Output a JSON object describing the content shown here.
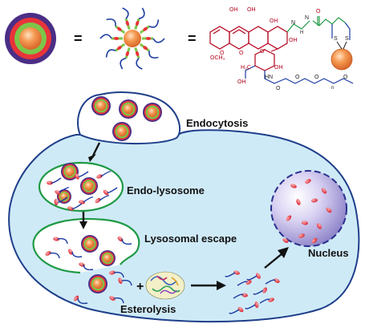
{
  "labels": {
    "endocytosis": "Endocytosis",
    "endo_lysosome": "Endo-lysosome",
    "lysosomal_escape": "Lysosomal escape",
    "nucleus": "Nucleus",
    "esterolysis": "Esterolysis"
  },
  "equations": {
    "eq1": "=",
    "eq2": "=",
    "plus": "+"
  },
  "structure": {
    "oh_top1": "OH",
    "oh_top2": "OH",
    "oh_mid1": "OH",
    "oh_right": "OH",
    "oh_sugar": "OH",
    "oh_sugar2": "OH",
    "o_ring1": "O",
    "o_ring2": "O",
    "o_methoxy": "OCH₃",
    "o_low": "O",
    "h3c": "H₃C",
    "n1": "N",
    "n2": "N",
    "h_link": "H",
    "o_carbonyl": "O",
    "s1": "S",
    "s2": "S",
    "hn": "HN",
    "o_carb2": "O",
    "o_peg1": "O",
    "o_peg2": "O",
    "o_peg3": "O",
    "n_sub": "n"
  },
  "colors": {
    "cell_fill": "#cfeaf7",
    "cell_stroke": "#1e3f8a",
    "vesicle_stroke": "#1f9a45",
    "nucleus_stroke": "#2a2f8c",
    "particle_core": "#ee8a3a",
    "particle_ring": "#7cc64a",
    "particle_outer": "#4b2e86",
    "drug": "#e8343a",
    "chain": "#1b3ba0"
  }
}
